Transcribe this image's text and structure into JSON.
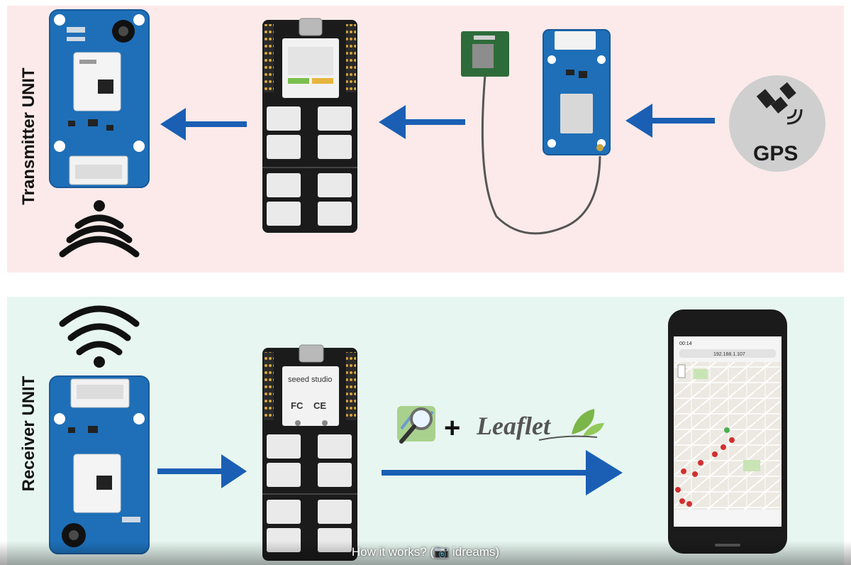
{
  "transmitter": {
    "label": "Transmitter UNIT",
    "gps_badge": "GPS"
  },
  "receiver": {
    "label": "Receiver UNIT",
    "leaflet_text": "Leaflet",
    "plus": "+"
  },
  "board": {
    "brand": "seeed studio",
    "fc": "FC",
    "ce": "CE"
  },
  "phone": {
    "time": "00:14",
    "url": "192.168.1.107"
  },
  "caption": {
    "text": "How it works? (📷 idreams)"
  },
  "colors": {
    "transmitter_bg": "#fceaea",
    "receiver_bg": "#e7f6f0",
    "arrow": "#1a5fb4",
    "pcb_blue": "#1e6fb8",
    "board_black": "#1b1b1b"
  }
}
